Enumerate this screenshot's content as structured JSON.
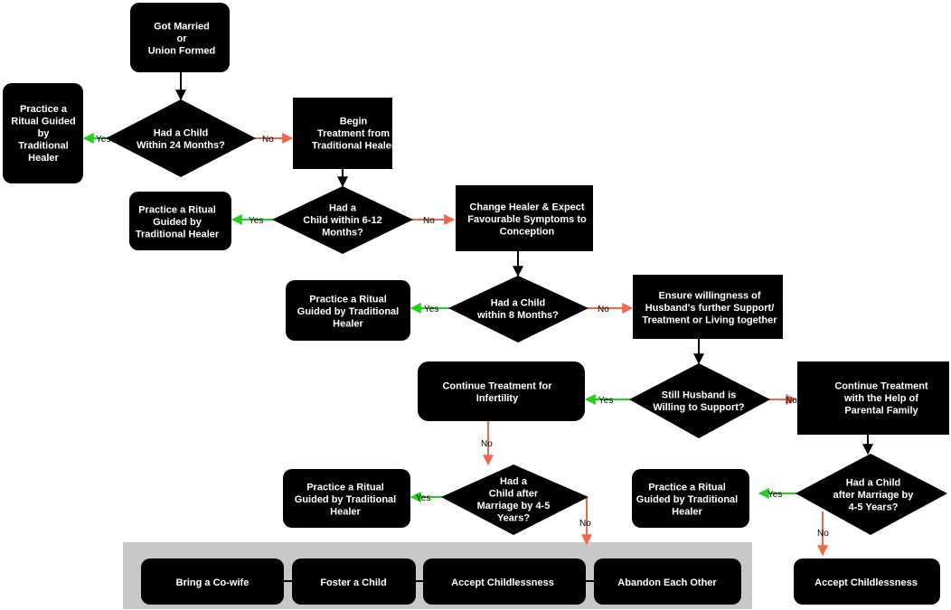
{
  "colors": {
    "node_fill": "#000000",
    "node_text": "#ffffff",
    "yes_arrow": "#22d11c",
    "no_arrow": "#f26649",
    "flow_arrow": "#000000",
    "group_fill": "#c8c8c8"
  },
  "nodes": {
    "got_married": [
      "Got Married",
      "or",
      "Union Formed"
    ],
    "q1": [
      "Had a Child",
      "Within 24 Months?"
    ],
    "ritual_1": [
      "Practice a",
      "Ritual Guided",
      "by",
      "Traditional",
      "Healer"
    ],
    "begin_treatment": [
      "Begin",
      "Treatment from",
      "Traditional Healer"
    ],
    "q2": [
      "Had a",
      "Child within 6-12",
      "Months?"
    ],
    "ritual_2": [
      "Practice a Ritual",
      "Guided by",
      "Traditional Healer"
    ],
    "change_healer": [
      "Change Healer & Expect",
      "Favourable Symptoms to",
      "Conception"
    ],
    "q3": [
      "Had a Child",
      "within 8 Months?"
    ],
    "ritual_3": [
      "Practice a Ritual",
      "Guided by Traditional",
      "Healer"
    ],
    "ensure_willingness": [
      "Ensure willingness of",
      "Husband's further Support/",
      "Treatment or Living together"
    ],
    "q4": [
      "Still Husband is",
      "Willing to Support?"
    ],
    "continue_treatment": [
      "Continue Treatment for",
      "Infertility"
    ],
    "continue_parental": [
      "Continue Treatment",
      "with the Help of",
      "Parental Family"
    ],
    "q5": [
      "Had a",
      "Child after",
      "Marriage by 4-5",
      "Years?"
    ],
    "ritual_4": [
      "Practice a Ritual",
      "Guided by Traditional",
      "Healer"
    ],
    "q6": [
      "Had a Child",
      "after Marriage by",
      "4-5 Years?"
    ],
    "ritual_5": [
      "Practice a Ritual",
      "Guided by Traditional",
      "Healer"
    ],
    "co_wife": [
      "Bring a Co-wife"
    ],
    "foster": [
      "Foster a Child"
    ],
    "accept_1": [
      "Accept Childlessness"
    ],
    "abandon": [
      "Abandon Each Other"
    ],
    "accept_2": [
      "Accept Childlessness"
    ]
  },
  "labels": {
    "yes": "Yes",
    "no": "No"
  }
}
